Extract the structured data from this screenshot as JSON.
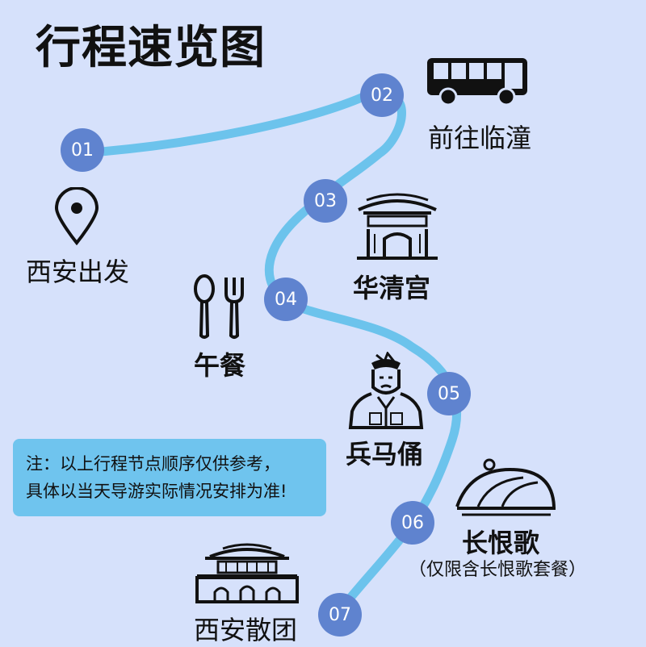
{
  "title": "行程速览图",
  "stops": [
    {
      "num": "01",
      "label": "西安出发",
      "icon": "location-pin-icon"
    },
    {
      "num": "02",
      "label": "前往临潼",
      "icon": "bus-icon"
    },
    {
      "num": "03",
      "label": "华清宫",
      "icon": "palace-gate-icon"
    },
    {
      "num": "04",
      "label": "午餐",
      "icon": "spoon-fork-icon"
    },
    {
      "num": "05",
      "label": "兵马俑",
      "icon": "terracotta-warrior-icon"
    },
    {
      "num": "06",
      "label": "长恨歌",
      "sublabel": "（仅限含长恨歌套餐）",
      "icon": "theater-dome-icon"
    },
    {
      "num": "07",
      "label": "西安散团",
      "icon": "city-gate-icon"
    }
  ],
  "note": {
    "line1": "注：以上行程节点顺序仅供参考，",
    "line2": "具体以当天导游实际情况安排为准!"
  },
  "colors": {
    "background": "#d6e1fb",
    "route": "#6cc3ec",
    "node": "#5f83cf",
    "note_bg": "#6fc4ee"
  }
}
